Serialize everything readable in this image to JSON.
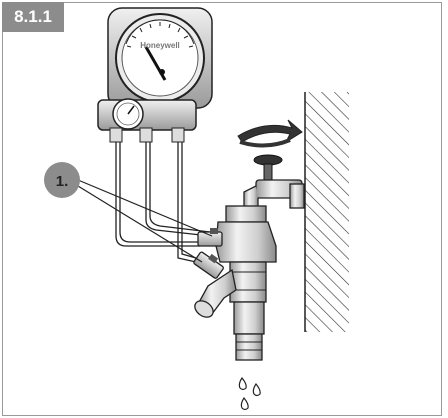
{
  "section": {
    "number": "8.1.1"
  },
  "callout": {
    "label": "1."
  },
  "gauge": {
    "brand": "Honeywell"
  },
  "colors": {
    "tab": "#8c8c8c",
    "stroke": "#222222",
    "wall_hatch": "#333333",
    "metal_light": "#e6e6e6",
    "metal_mid": "#bdbdbd"
  },
  "icons": [
    "differential-pressure-gauge",
    "small-pressure-gauge",
    "rotation-arrow",
    "water-tap",
    "valve-body",
    "water-drops",
    "hatched-wall"
  ]
}
